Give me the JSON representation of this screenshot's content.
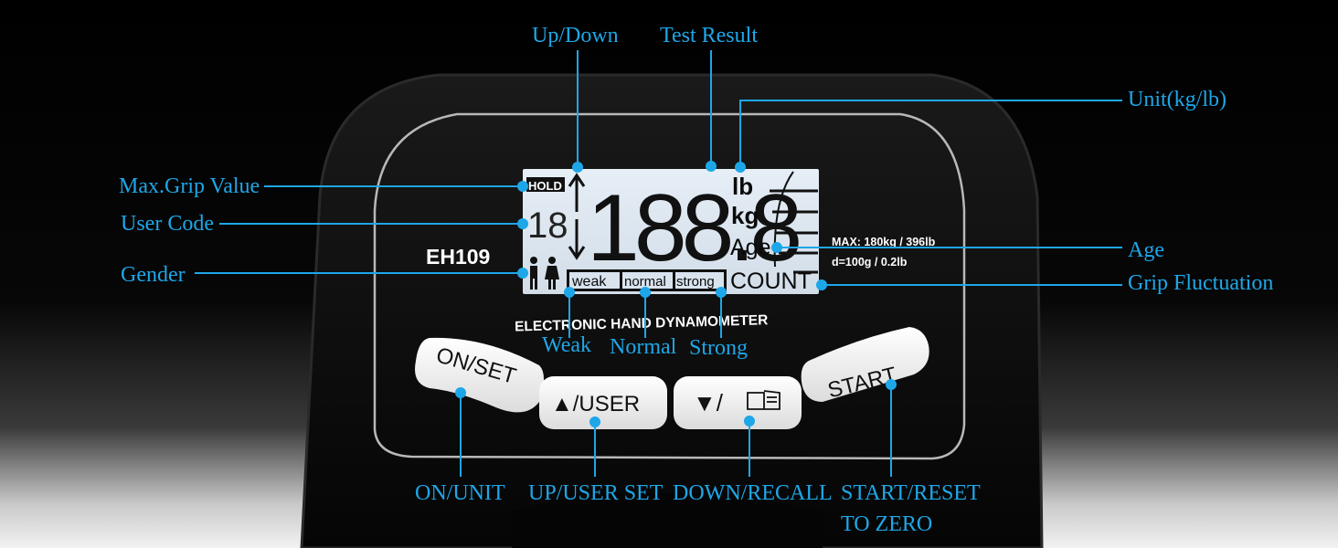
{
  "device": {
    "model": "EH109",
    "product_name": "ELECTRONIC HAND DYNAMOMETER",
    "spec_max": "MAX: 180kg / 396lb",
    "spec_division": "d=100g / 0.2lb"
  },
  "lcd": {
    "hold_label": "HOLD",
    "user_code_digit": "18",
    "result_digits": "188.8",
    "unit_lb": "lb",
    "unit_kg": "kg",
    "age_label": "Age",
    "count_label": "COUNT",
    "level_weak": "weak",
    "level_normal": "normal",
    "level_strong": "strong"
  },
  "buttons": {
    "on_set": "ON/SET",
    "up_user": "▲/USER",
    "down_recall": "▼/",
    "start": "START"
  },
  "callouts": {
    "up_down": "Up/Down",
    "test_result": "Test Result",
    "unit": "Unit(kg/lb)",
    "max_grip": "Max.Grip Value",
    "user_code": "User Code",
    "gender": "Gender",
    "age": "Age",
    "grip_fluctuation": "Grip Fluctuation",
    "weak": "Weak",
    "normal": "Normal",
    "strong": "Strong",
    "on_unit": "ON/UNIT",
    "up_user_set": "UP/USER SET",
    "down_recall": "DOWN/RECALL",
    "start_reset_1": "START/RESET",
    "start_reset_2": "TO ZERO"
  },
  "colors": {
    "callout": "#1ea7e8",
    "lcd": "#dfe9f2",
    "body": "#0b0b0b"
  }
}
